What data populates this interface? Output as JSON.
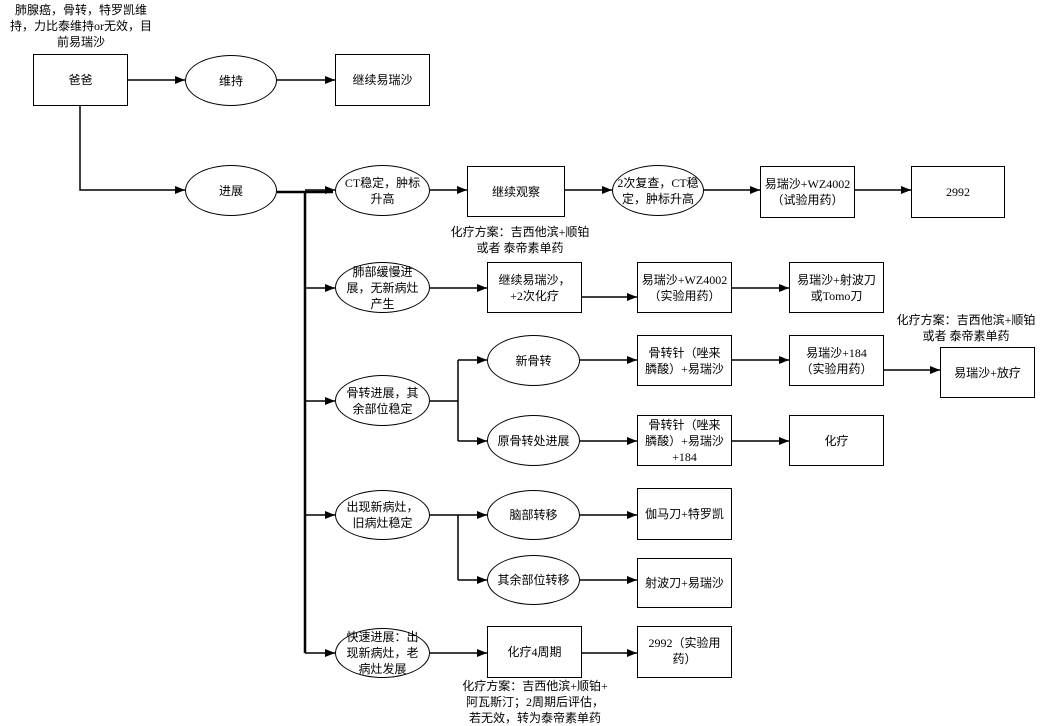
{
  "top_note": "肺腺癌，骨转，特罗凯维\n持，力比泰维持or无效，目\n前易瑞沙",
  "nodes": {
    "root": "爸爸",
    "maintain": "维持",
    "continue_yiruisha": "继续易瑞沙",
    "progress": "进展",
    "ct_stable": "CT稳定，肿标\n升高",
    "observe": "继续观察",
    "recheck": "2次复查，CT稳\n定，肿标升高",
    "yrs_wz_trial": "易瑞沙+WZ4002\n（试验用药）",
    "d2992": "2992",
    "lung_slow": "肺部缓慢进\n展，无新病灶\n产生",
    "yrs_chemo": "继续易瑞沙，\n+2次化疗",
    "yrs_wz_exp": "易瑞沙+WZ4002\n（实验用药）",
    "yrs_cyberknife": "易瑞沙+射波刀\n或Tomo刀",
    "bone_prog": "骨转进展，其\n余部位稳定",
    "new_bone": "新骨转",
    "bone_needle": "骨转针（唑来\n膦酸）+易瑞沙",
    "yrs_184": "易瑞沙+184\n（实验用药）",
    "yrs_radio": "易瑞沙+放疗",
    "orig_bone": "原骨转处进展",
    "bone_needle_184": "骨转针（唑来\n膦酸）+易瑞沙\n+184",
    "chemo": "化疗",
    "new_lesion": "出现新病灶，\n旧病灶稳定",
    "brain": "脑部转移",
    "gamma": "伽马刀+特罗凯",
    "other_sites": "其余部位转移",
    "cyber_yrs": "射波刀+易瑞沙",
    "rapid": "快速进展：出\n现新病灶，老\n病灶发展",
    "chemo4": "化疗4周期",
    "d2992_exp": "2992（实验用\n药）"
  },
  "notes": {
    "chemo_plan_1": "化疗方案：吉西他滨+顺铂\n或者 泰帝素单药",
    "chemo_plan_2": "化疗方案：吉西他滨+顺铂\n或者 泰帝素单药",
    "chemo_plan_3": "化疗方案：吉西他滨+顺铂+\n阿瓦斯汀；2周期后评估，\n若无效，转为泰帝素单药"
  }
}
